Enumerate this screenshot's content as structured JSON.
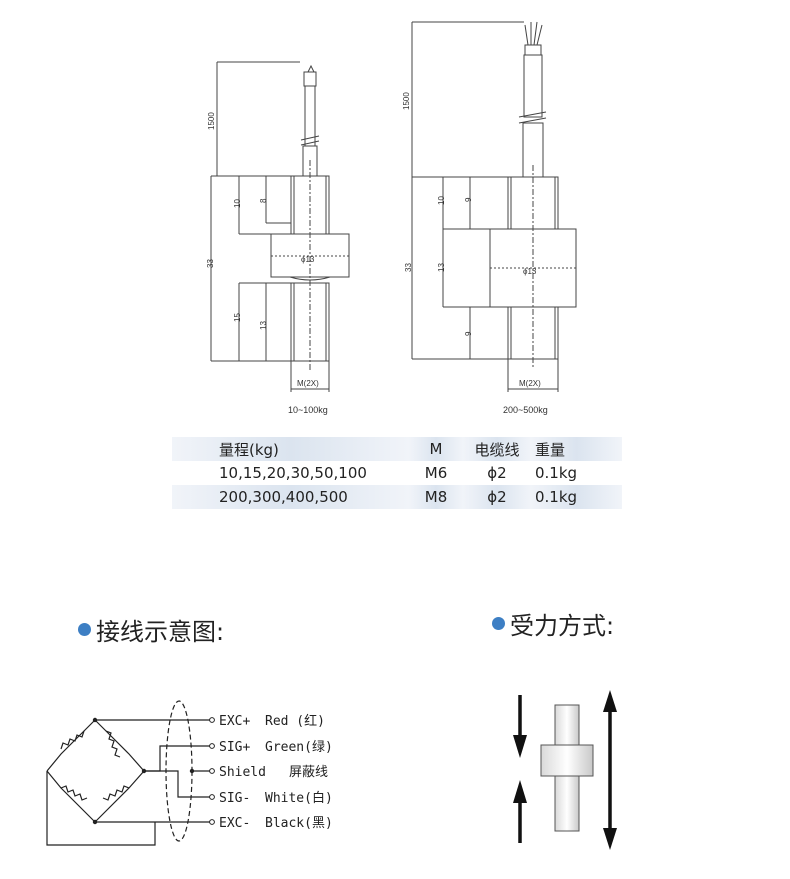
{
  "drawings": [
    {
      "caption": "10~100kg",
      "cable_length": "1500",
      "dim_top_outer": "10",
      "dim_top_inner": "8",
      "dim_total": "33",
      "dim_bottom_outer": "15",
      "dim_bottom_inner": "13",
      "body_diameter": "ϕ13",
      "thread_label": "M(2X)"
    },
    {
      "caption": "200~500kg",
      "cable_length": "1500",
      "dim_top": "10",
      "dim_top_inner": "9",
      "dim_total": "33",
      "dim_mid": "13",
      "dim_bottom": "9",
      "body_diameter": "ϕ13",
      "thread_label": "M(2X)"
    }
  ],
  "spec_table": {
    "headers": [
      "量程(kg)",
      "M",
      "电缆线",
      "重量"
    ],
    "rows": [
      [
        "10,15,20,30,50,100",
        "M6",
        "ϕ2",
        "0.1kg"
      ],
      [
        "200,300,400,500",
        "M8",
        "ϕ2",
        "0.1kg"
      ]
    ]
  },
  "wiring_section": {
    "title": "接线示意图:",
    "wires": [
      {
        "signal": "EXC+",
        "color": "Red (红)"
      },
      {
        "signal": "SIG+",
        "color": "Green(绿)"
      },
      {
        "signal": "Shield",
        "color": "屏蔽线"
      },
      {
        "signal": "SIG-",
        "color": "White(白)"
      },
      {
        "signal": "EXC-",
        "color": "Black(黑)"
      }
    ]
  },
  "force_section": {
    "title": "受力方式:"
  },
  "colors": {
    "accent_dot": "#3d7fc4",
    "table_band": "#dbe4ef",
    "line": "#444444"
  }
}
